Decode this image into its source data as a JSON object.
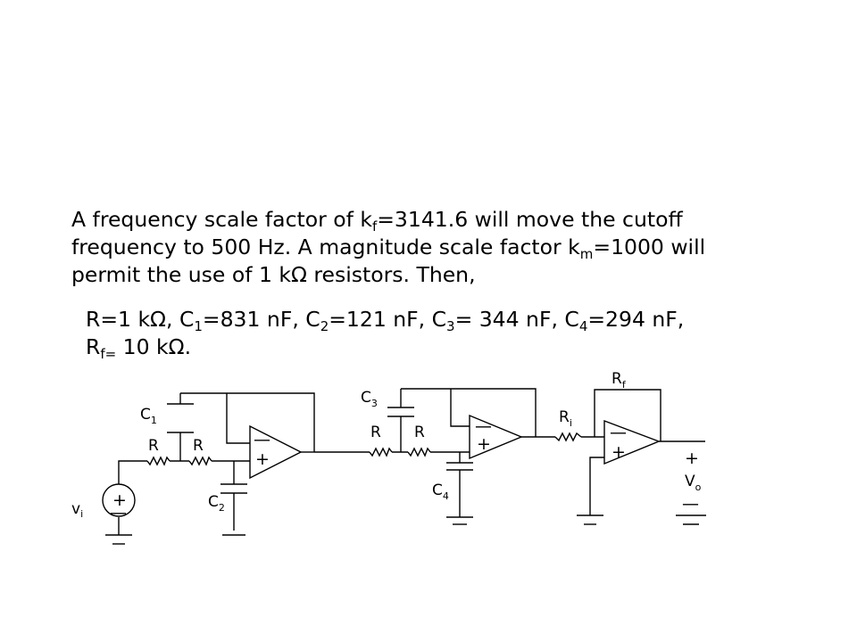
{
  "text": {
    "p1_a": "A frequency scale factor of k",
    "p1_a_sub": "f",
    "p1_b": "=3141.6 will move the cutoff frequency to 500 Hz. A magnitude scale factor k",
    "p1_b_sub": "m",
    "p1_c": "=1000 will permit the use of 1 kΩ resistors. Then,",
    "r1": "R=1 kΩ, C",
    "r1_sub": "1",
    "r2": "=831 nF, C",
    "r2_sub": "2",
    "r3": "=121 nF, C",
    "r3_sub": "3",
    "r4": "= 344 nF, C",
    "r4_sub": "4",
    "r5": "=294 nF,",
    "r6": "R",
    "r6_sub": "f=",
    "r7": " 10 kΩ."
  },
  "circuit": {
    "labels": {
      "c1": "C",
      "c1_sub": "1",
      "c2": "C",
      "c2_sub": "2",
      "c3": "C",
      "c3_sub": "3",
      "c4": "C",
      "c4_sub": "4",
      "r_a": "R",
      "r_b": "R",
      "r_c": "R",
      "r_d": "R",
      "rf": "R",
      "rf_sub": "f",
      "ri": "R",
      "ri_sub": "i",
      "vi": "v",
      "vi_sub": "i",
      "vo": "V",
      "vo_sub": "o",
      "vo_plus": "+",
      "vo_minus": "—",
      "src_plus": "+",
      "src_minus": "—",
      "oa1_minus": "—",
      "oa1_plus": "+",
      "oa2_minus": "—",
      "oa2_plus": "+",
      "oa3_minus": "—",
      "oa3_plus": "+"
    }
  }
}
